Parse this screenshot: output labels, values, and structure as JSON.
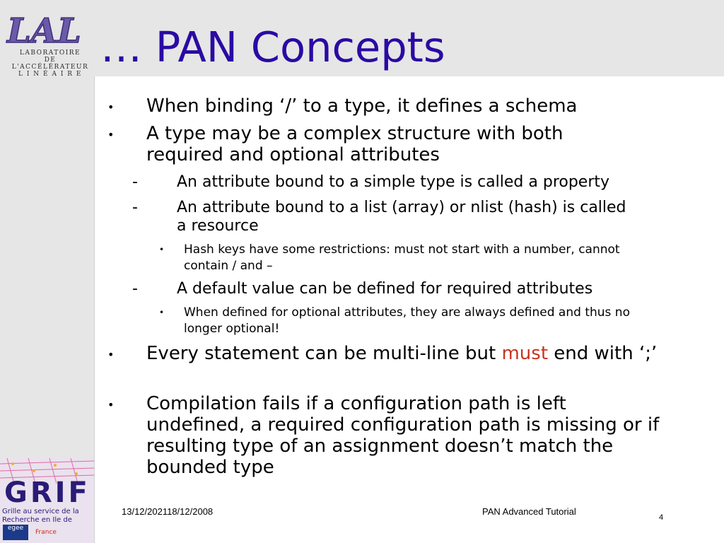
{
  "header": {
    "title": "… PAN Concepts",
    "logo_lines": [
      "LABORATOIRE",
      "DE L'ACCÉLÉRATEUR",
      "L I N É A I R E"
    ]
  },
  "colors": {
    "title": "#2a0aa4",
    "accent": "#c8351f",
    "band": "#e6e6e6"
  },
  "content": {
    "bullet_marker": "•",
    "dash_marker": "-",
    "items": [
      {
        "text": "When binding ‘/’ to a type, it defines a schema"
      },
      {
        "text": "A type may be a complex structure with both required and optional attributes"
      },
      {
        "text": "An attribute bound to a simple type is called a property"
      },
      {
        "text": "An attribute bound to a list (array) or nlist (hash) is called a resource"
      },
      {
        "text": "Hash keys have some restrictions: must not start with a number, cannot contain / and –"
      },
      {
        "text": "A default value can be defined for required attributes"
      },
      {
        "text": "When defined for optional attributes, they are always defined and thus no longer optional!"
      },
      {
        "text_before": "Every statement can be multi-line but ",
        "emphasis": "must",
        "text_after": " end with ‘;’"
      },
      {
        "text": "Compilation fails if a configuration path is left undefined, a required configuration path is missing or if resulting type of an assignment doesn’t match the bounded type"
      }
    ]
  },
  "footer": {
    "date": "13/12/202118/12/2008",
    "title": "PAN Advanced Tutorial",
    "page": "4"
  },
  "grif": {
    "name": "GRIF",
    "subtitle": "Grille au service de la Recherche en Ile de France",
    "egee": "egee",
    "france": "France"
  }
}
